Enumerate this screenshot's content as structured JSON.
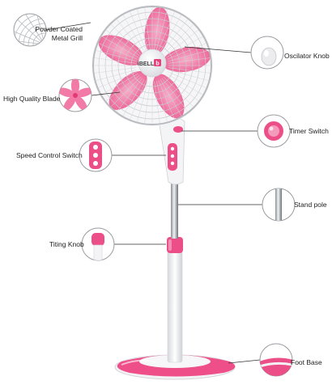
{
  "brand": {
    "logo_text": "iBELL",
    "logo_mark": "b"
  },
  "labels": {
    "grill_line1": "Powder Coated",
    "grill_line2": "Metal Grill",
    "blade": "High Quality Blade",
    "speed": "Speed Control Switch",
    "tilt": "Titing Knob",
    "oscillator": "Oscilator Knob",
    "timer": "Timer Switch",
    "pole": "Stand pole",
    "base": "Foot Base"
  },
  "colors": {
    "accent": "#e8407a",
    "blade": "#f27aa6",
    "body": "#f4f4f6",
    "line": "#333333"
  }
}
